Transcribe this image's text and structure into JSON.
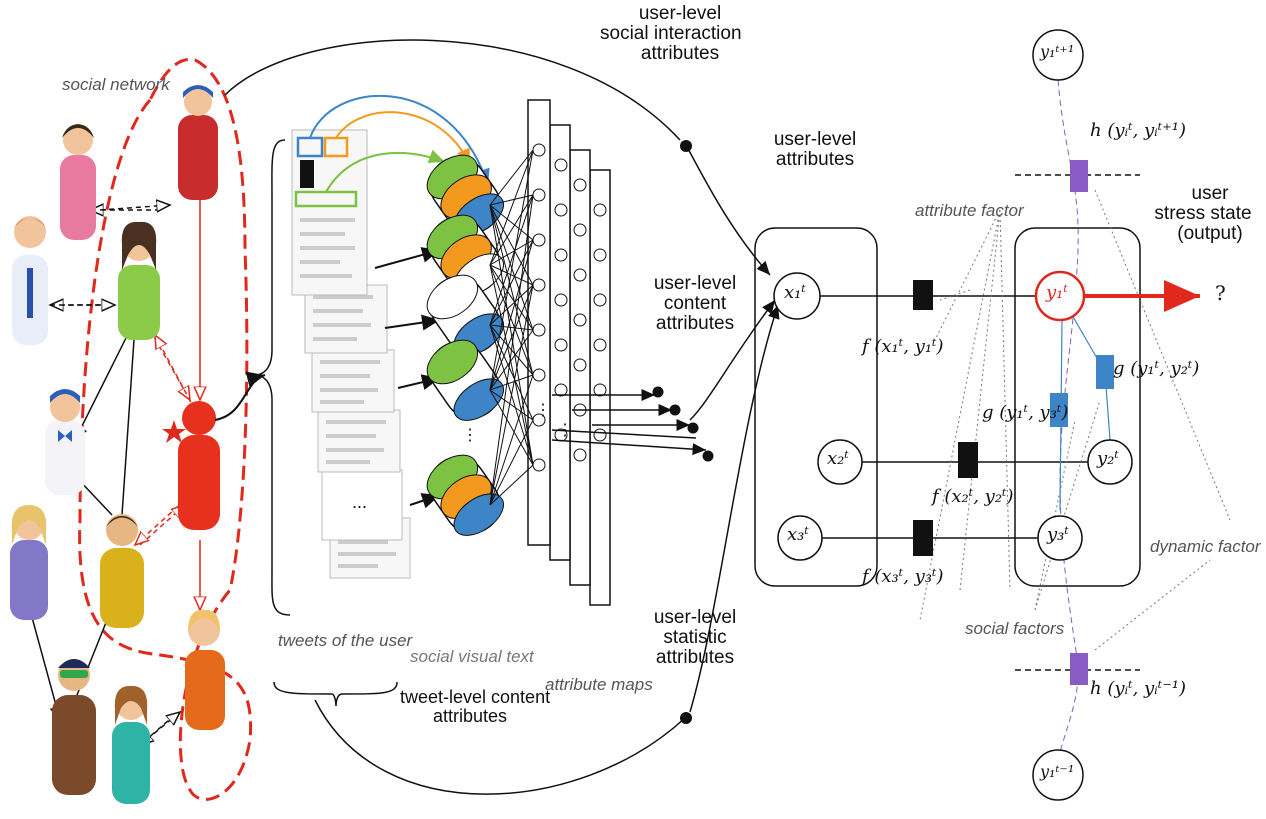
{
  "labels": {
    "social_network": "social network",
    "social_interaction": [
      "user-level",
      "social interaction",
      "attributes"
    ],
    "user_level_attributes": [
      "user-level",
      "attributes"
    ],
    "content_attributes": [
      "user-level",
      "content",
      "attributes"
    ],
    "statistic_attributes": [
      "user-level",
      "statistic",
      "attributes"
    ],
    "stress_state": [
      "user",
      "stress state",
      "(output)"
    ],
    "output_mark": "?",
    "attribute_factor": "attribute factor",
    "dynamic_factor": "dynamic factor",
    "social_factors": "social factors",
    "tweets_of_user": "tweets of the user",
    "social_visual_text": "social  visual  text",
    "tweet_level": [
      "tweet-level content",
      "attributes"
    ],
    "attribute_maps": "attribute maps",
    "ellipsis": "..."
  },
  "math": {
    "x1": "x₁ᵗ",
    "x2": "x₂ᵗ",
    "x3": "x₃ᵗ",
    "y1": "y₁ᵗ",
    "y2": "y₂ᵗ",
    "y3": "y₃ᵗ",
    "y_next": "y₁ᵗ⁺¹",
    "y_prev": "y₁ᵗ⁻¹",
    "f1": "f (x₁ᵗ, y₁ᵗ)",
    "f2": "f (x₂ᵗ, y₂ᵗ)",
    "f3": "f (x₃ᵗ, y₃ᵗ)",
    "g12": "g (y₁ᵗ, y₂ᵗ)",
    "g13": "g (y₁ᵗ, y₃ᵗ)",
    "h_next": "h (yᵢᵗ, yᵢᵗ⁺¹)",
    "h_prev": "h (yᵢᵗ, yᵢᵗ⁻¹)"
  },
  "colors": {
    "red": "#e0281c",
    "green": "#7dc242",
    "orange": "#f39a1e",
    "blue": "#3d85c6",
    "purple": "#8a5bc4",
    "factor_blue": "#3d85c6",
    "dashed_red": "#e0281c"
  },
  "icons": [
    "person-icon",
    "star-icon",
    "factor-node-icon"
  ]
}
